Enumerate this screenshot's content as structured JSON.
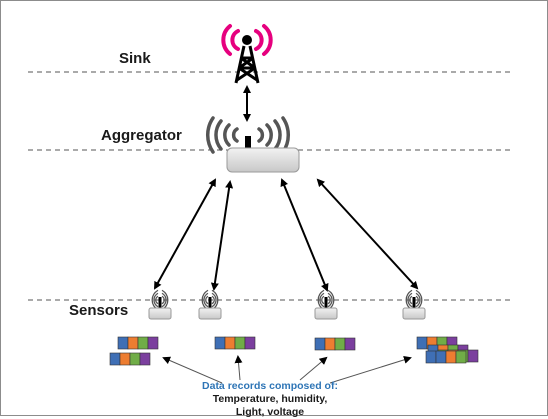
{
  "labels": {
    "sink": "Sink",
    "aggregator": "Aggregator",
    "sensors": "Sensors"
  },
  "caption": {
    "title": "Data records composed of:",
    "line1": "Temperature, humidity,",
    "line2": "Light, voltage"
  },
  "icons": {
    "sink": "radio-tower-icon",
    "aggregator": "router-icon",
    "sensor": "sensor-node-icon"
  },
  "colors": {
    "tower": "#e6007e",
    "tower_body": "#000000",
    "signal": "#555555",
    "caption_title": "#2e75b6",
    "record_blue": "#3f6fb5",
    "record_orange": "#ed7d31",
    "record_green": "#70ad47",
    "record_purple": "#7b3f9e"
  }
}
